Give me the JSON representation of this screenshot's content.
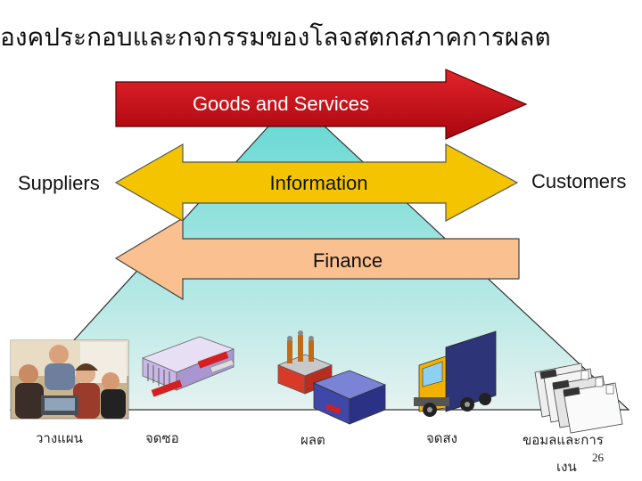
{
  "slide": {
    "title": "องคประกอบและกจกรรมของโลจสตกสภาคการผลต",
    "page_number": "26"
  },
  "flows": {
    "goods": {
      "label": "Goods and Services",
      "color": "#cc0a14"
    },
    "information": {
      "label": "Information",
      "color": "#f5c400"
    },
    "finance": {
      "label": "Finance",
      "color": "#fbc08f"
    }
  },
  "ends": {
    "left": "Suppliers",
    "right": "Customers"
  },
  "pyramid": {
    "top_color": "#5fd7d2",
    "bottom_color": "#e6f2f0"
  },
  "stages": [
    {
      "label": "วางแผน",
      "icon": "planning-team-photo-icon"
    },
    {
      "label": "จดซอ",
      "icon": "purchasing-materials-icon"
    },
    {
      "label": "ผลต",
      "icon": "factory-production-icon"
    },
    {
      "label": "จดสง",
      "icon": "delivery-truck-icon"
    },
    {
      "label": "ขอมลและการ",
      "label2": "เงน",
      "icon": "information-finance-documents-icon"
    }
  ]
}
